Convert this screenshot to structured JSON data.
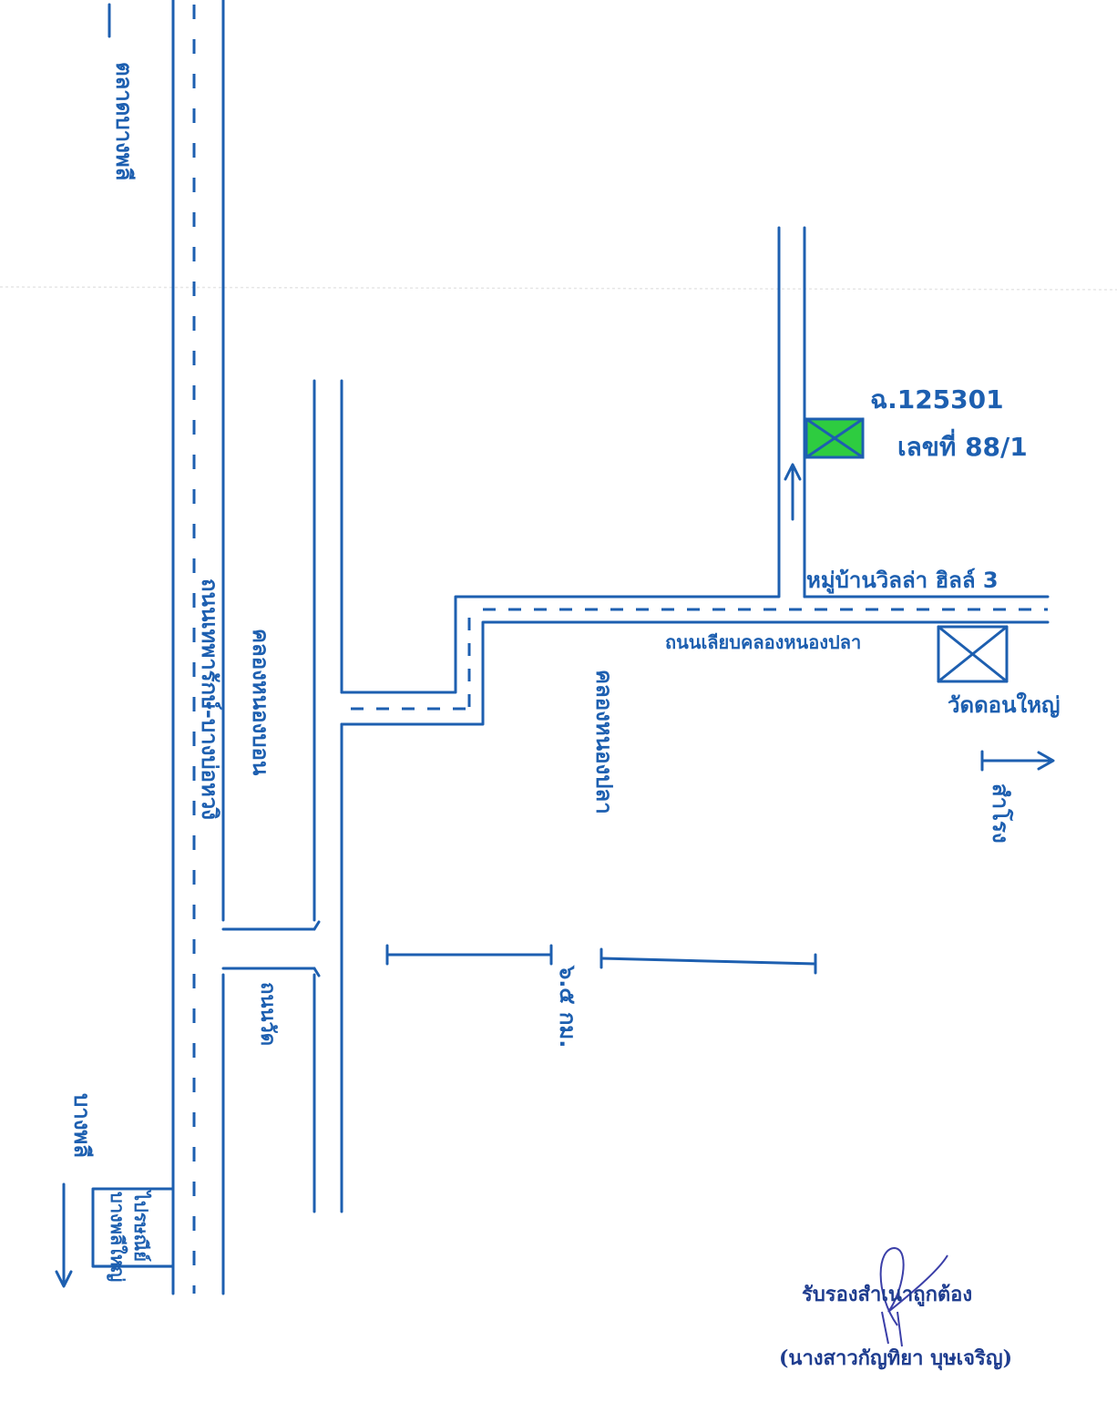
{
  "map": {
    "labels": {
      "top_left_road": "ตลาดบางพลี",
      "main_road": "ถนนเทพารักษ์-บางบ่อหวงิ",
      "canal_left": "คลองหนองบอน",
      "side_road": "ถนนวัด",
      "canal_right": "คลองหนองปลา",
      "plot_line1": "ฉ.125301",
      "plot_line2": "เลขที่ 88/1",
      "village": "หมู่บ้านวิลล่า ฮิลล์ 3",
      "canal_road": "ถนนเลียบคลองหนองปลา",
      "temple": "วัดดอนใหญ่",
      "right_direction": "สำโรง",
      "distance": "๖.๕ กม.",
      "bottom_left_direction": "บางพลี",
      "box_line1": "ไปรษณีย์",
      "box_line2": "บางพลีใหญ่"
    },
    "colors": {
      "ink": "#1d5fb0",
      "plot_fill": "#2ecc40",
      "certification": "#1f3d8f"
    }
  },
  "certification": {
    "text": "รับรองสำเนาถูกต้อง",
    "name": "(นางสาวกัญทิยา บุษเจริญ)"
  }
}
